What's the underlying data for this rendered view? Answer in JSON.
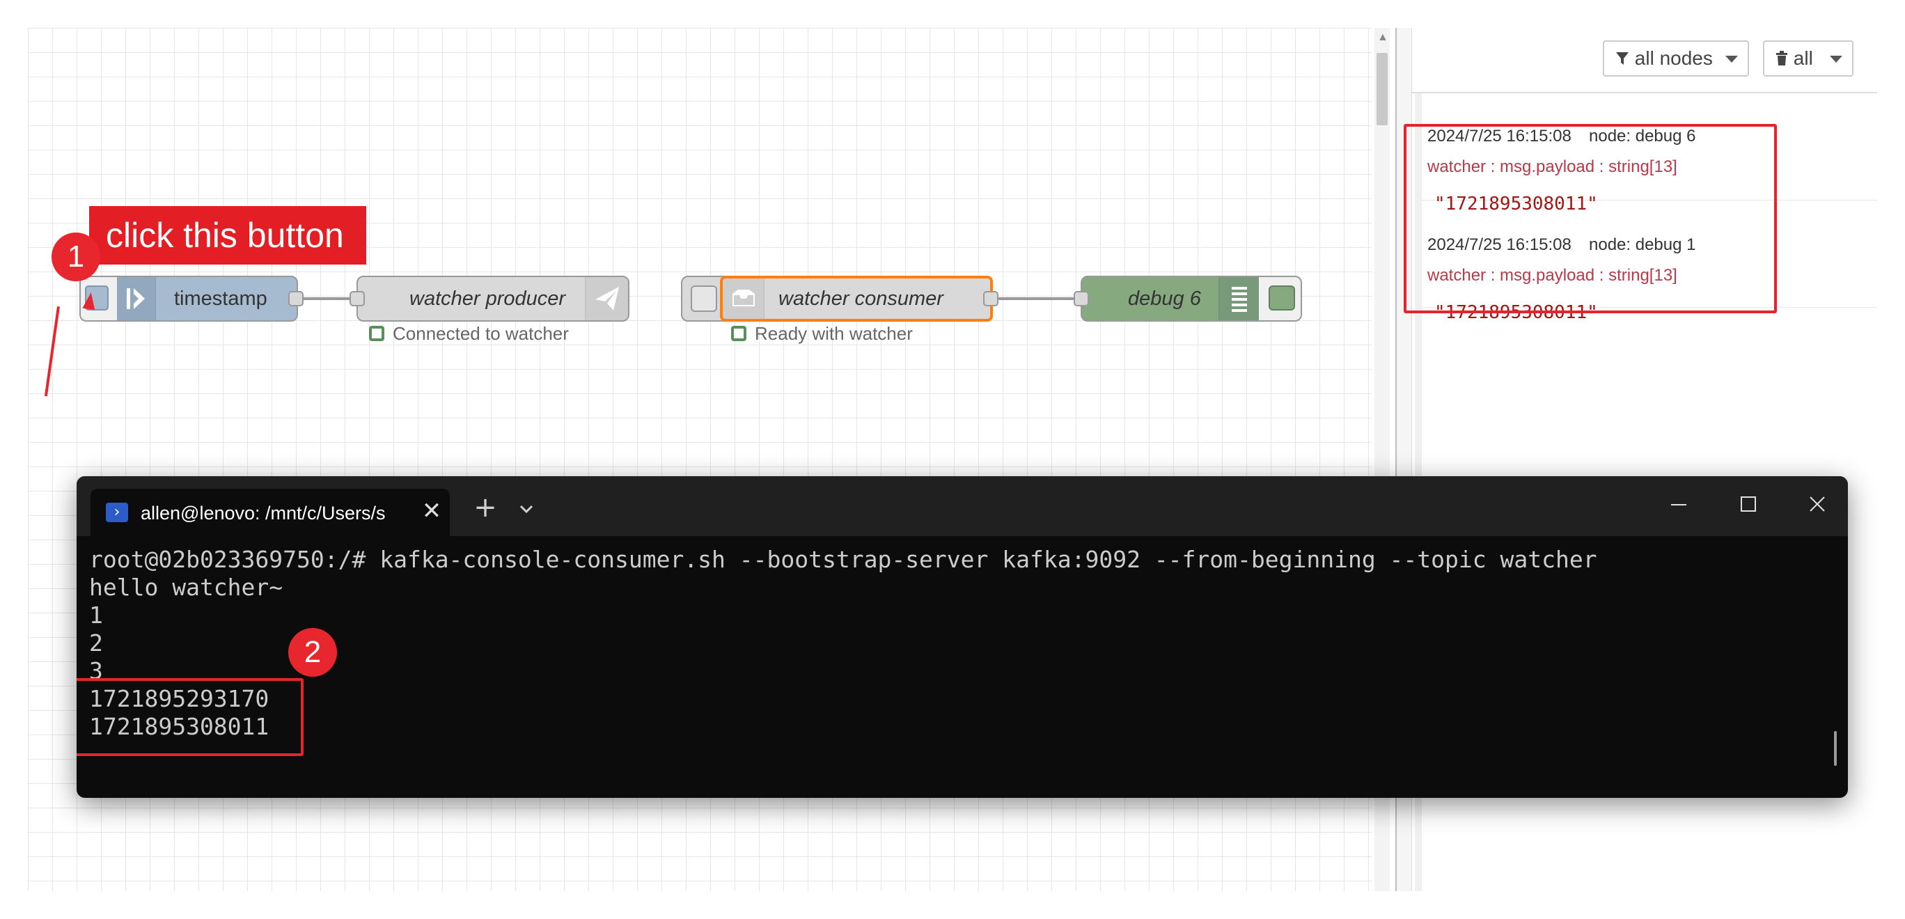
{
  "workspace": {
    "nodes": {
      "inject": {
        "label": "timestamp"
      },
      "producer": {
        "label": "watcher producer",
        "status": "Connected to watcher"
      },
      "consumer": {
        "label": "watcher consumer",
        "status": "Ready with watcher"
      },
      "debug": {
        "label": "debug 6"
      }
    },
    "annotation": {
      "badge": "1",
      "callout": "click this button"
    }
  },
  "sidebar": {
    "filter_label": "all nodes",
    "clear_label": "all",
    "messages": [
      {
        "time": "2024/7/25 16:15:08",
        "node": "node: debug 6",
        "topic": "watcher : msg.payload : string[13]",
        "value": "\"1721895308011\""
      },
      {
        "time": "2024/7/25 16:15:08",
        "node": "node: debug 1",
        "topic": "watcher : msg.payload : string[13]",
        "value": "\"1721895308011\""
      }
    ]
  },
  "terminal": {
    "tab_title": "allen@lenovo: /mnt/c/Users/s",
    "new_tab": "+",
    "close_glyph": "✕",
    "badge": "2",
    "lines": [
      "root@02b023369750:/# kafka-console-consumer.sh --bootstrap-server kafka:9092 --from-beginning --topic watcher",
      "hello watcher~",
      "1",
      "2",
      "3",
      "1721895293170",
      "1721895308011"
    ]
  },
  "icons": {
    "inject": "arrow-right-icon",
    "producer": "paper-plane-icon",
    "consumer": "inbox-icon",
    "debug": "list-icon",
    "filter": "filter-icon",
    "trash": "trash-icon",
    "powershell": "powershell-icon"
  },
  "colors": {
    "inject": "#a6bbcf",
    "kafka": "#d9d9d9",
    "debug": "#87a980",
    "selected": "#ff7f0e",
    "annotation": "#e3262d"
  }
}
